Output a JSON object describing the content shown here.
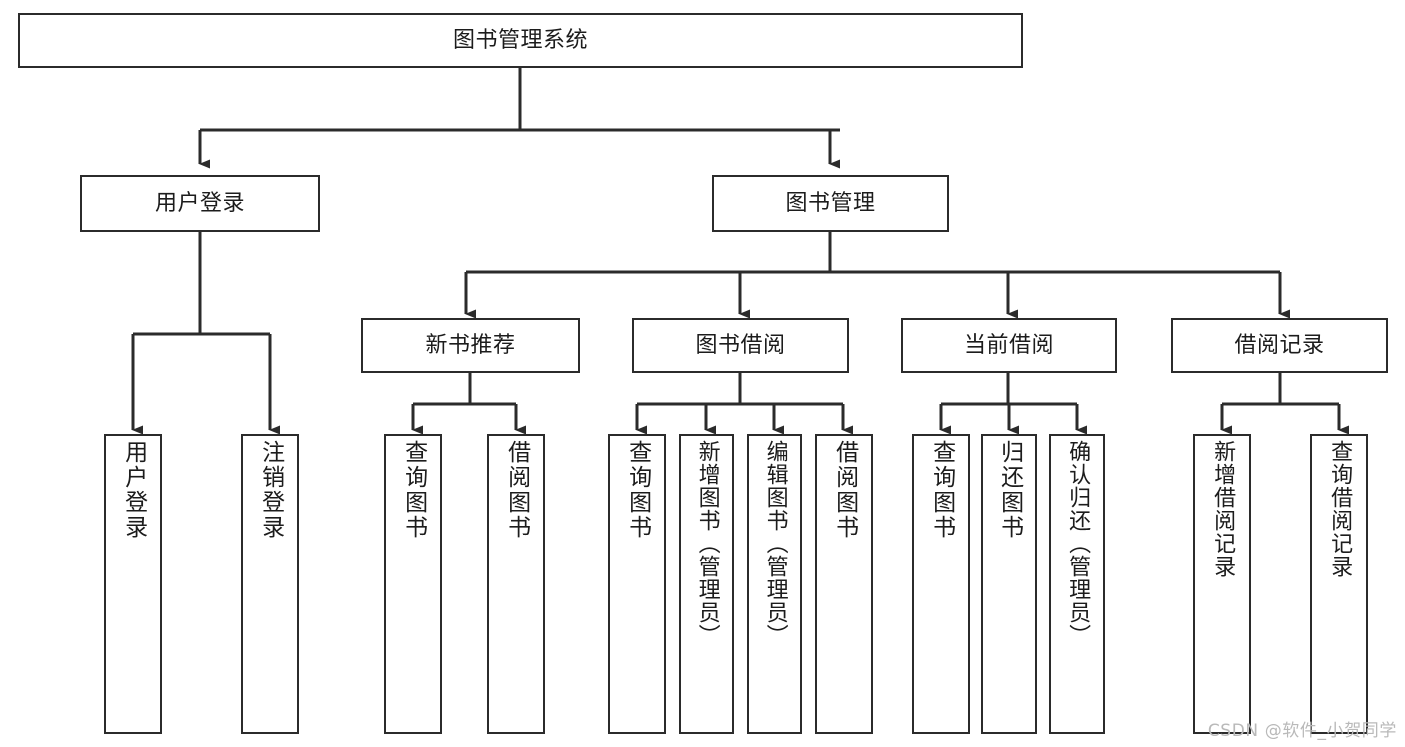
{
  "diagram": {
    "title": "图书管理系统",
    "type": "tree",
    "watermark": "CSDN @软件_小贺同学",
    "colors": {
      "box_border": "#2b2b2b",
      "box_fill": "#ffffff",
      "edge": "#2b2b2b",
      "text": "#1c1c1c",
      "watermark": "#b9b9b9",
      "background": "#ffffff"
    },
    "levels": {
      "root": {
        "label": "图书管理系统"
      },
      "level1": [
        {
          "label": "用户登录"
        },
        {
          "label": "图书管理"
        }
      ],
      "level2": [
        {
          "label": "新书推荐"
        },
        {
          "label": "图书借阅"
        },
        {
          "label": "当前借阅"
        },
        {
          "label": "借阅记录"
        }
      ],
      "leaves": [
        {
          "label": "用户登录",
          "parent": "用户登录"
        },
        {
          "label": "注销登录",
          "parent": "用户登录"
        },
        {
          "label": "查询图书",
          "parent": "新书推荐"
        },
        {
          "label": "借阅图书",
          "parent": "新书推荐"
        },
        {
          "label": "查询图书",
          "parent": "图书借阅"
        },
        {
          "label": "新增图书（管理员）",
          "parent": "图书借阅"
        },
        {
          "label": "编辑图书（管理员）",
          "parent": "图书借阅"
        },
        {
          "label": "借阅图书",
          "parent": "图书借阅"
        },
        {
          "label": "查询图书",
          "parent": "当前借阅"
        },
        {
          "label": "归还图书",
          "parent": "当前借阅"
        },
        {
          "label": "确认归还（管理员）",
          "parent": "当前借阅"
        },
        {
          "label": "新增借阅记录",
          "parent": "借阅记录"
        },
        {
          "label": "查询借阅记录",
          "parent": "借阅记录"
        }
      ]
    }
  }
}
